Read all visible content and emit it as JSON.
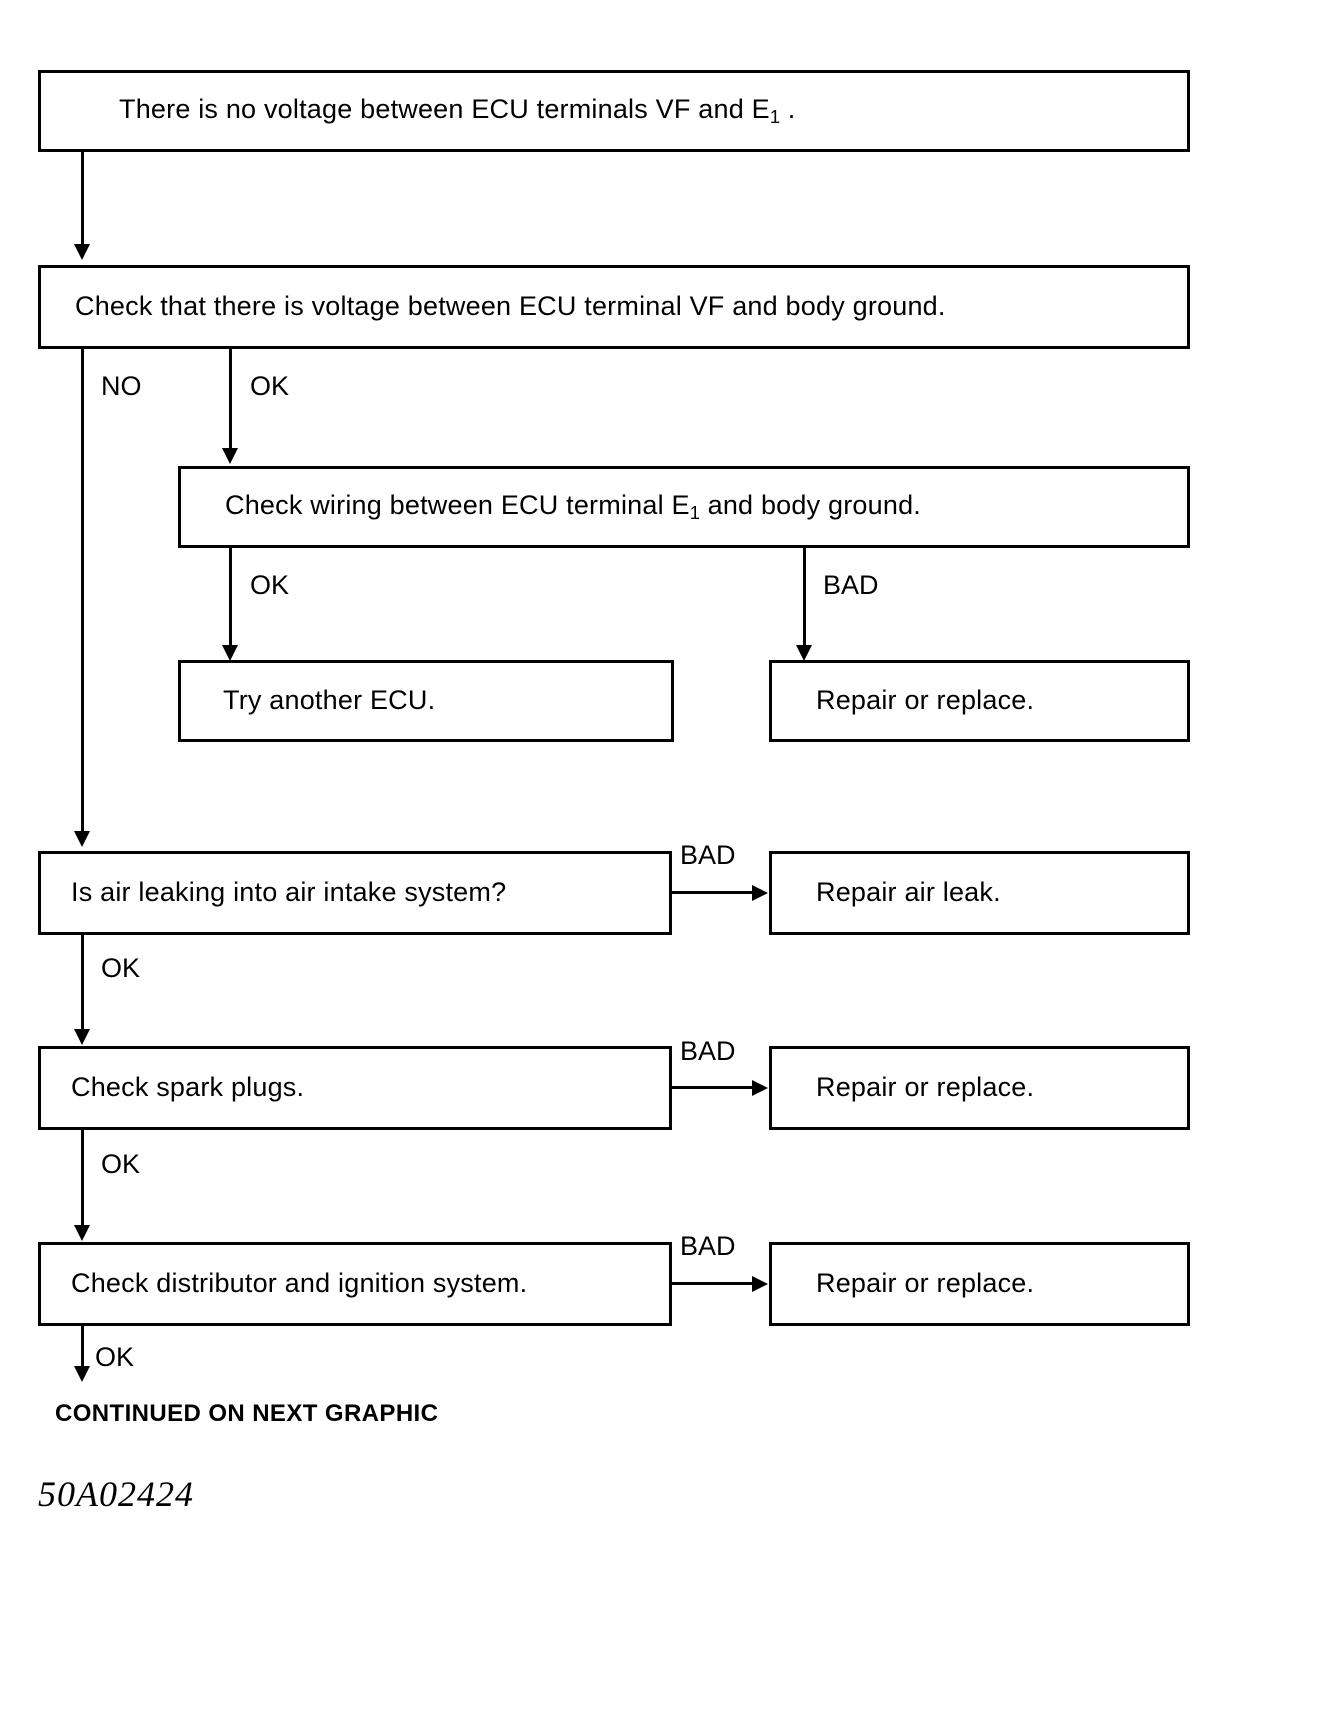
{
  "diagram": {
    "title": "ECU VF/E1 voltage troubleshooting flowchart",
    "plate_id": "50A02424",
    "continued_note": "CONTINUED ON NEXT GRAPHIC",
    "ink_color": "#000000",
    "background_color": "#ffffff",
    "nodes": [
      {
        "id": "n1",
        "text_prefix": "There is no voltage between ECU terminals VF and E",
        "subscript": "1",
        "text_suffix": " .",
        "full_text": "There is no voltage between ECU terminals VF and E1 ."
      },
      {
        "id": "n2",
        "text_prefix": "Check that there is voltage between ECU terminal VF and body ground.",
        "subscript": "",
        "text_suffix": "",
        "full_text": "Check that there is voltage between ECU terminal VF and body ground."
      },
      {
        "id": "n3",
        "text_prefix": "Check wiring between ECU terminal E",
        "subscript": "1",
        "text_suffix": " and body ground.",
        "full_text": "Check wiring between ECU terminal E1 and body ground."
      },
      {
        "id": "n4",
        "text_prefix": "Try another ECU.",
        "subscript": "",
        "text_suffix": "",
        "full_text": "Try another ECU."
      },
      {
        "id": "n5",
        "text_prefix": "Repair or replace.",
        "subscript": "",
        "text_suffix": "",
        "full_text": "Repair or replace."
      },
      {
        "id": "n6",
        "text_prefix": "Is air leaking into air intake system?",
        "subscript": "",
        "text_suffix": "",
        "full_text": "Is air leaking into air intake system?"
      },
      {
        "id": "n7",
        "text_prefix": "Repair air leak.",
        "subscript": "",
        "text_suffix": "",
        "full_text": "Repair air leak."
      },
      {
        "id": "n8",
        "text_prefix": "Check spark plugs.",
        "subscript": "",
        "text_suffix": "",
        "full_text": "Check spark plugs."
      },
      {
        "id": "n9",
        "text_prefix": "Repair or replace.",
        "subscript": "",
        "text_suffix": "",
        "full_text": "Repair or replace."
      },
      {
        "id": "n10",
        "text_prefix": "Check distributor and ignition system.",
        "subscript": "",
        "text_suffix": "",
        "full_text": "Check distributor and ignition system."
      },
      {
        "id": "n11",
        "text_prefix": "Repair or replace.",
        "subscript": "",
        "text_suffix": "",
        "full_text": "Repair or replace."
      }
    ],
    "edge_labels": {
      "n2_no": "NO",
      "n2_ok": "OK",
      "n3_ok": "OK",
      "n3_bad": "BAD",
      "n6_bad": "BAD",
      "n6_ok": "OK",
      "n8_bad": "BAD",
      "n8_ok": "OK",
      "n10_bad": "BAD",
      "n10_ok": "OK"
    }
  }
}
